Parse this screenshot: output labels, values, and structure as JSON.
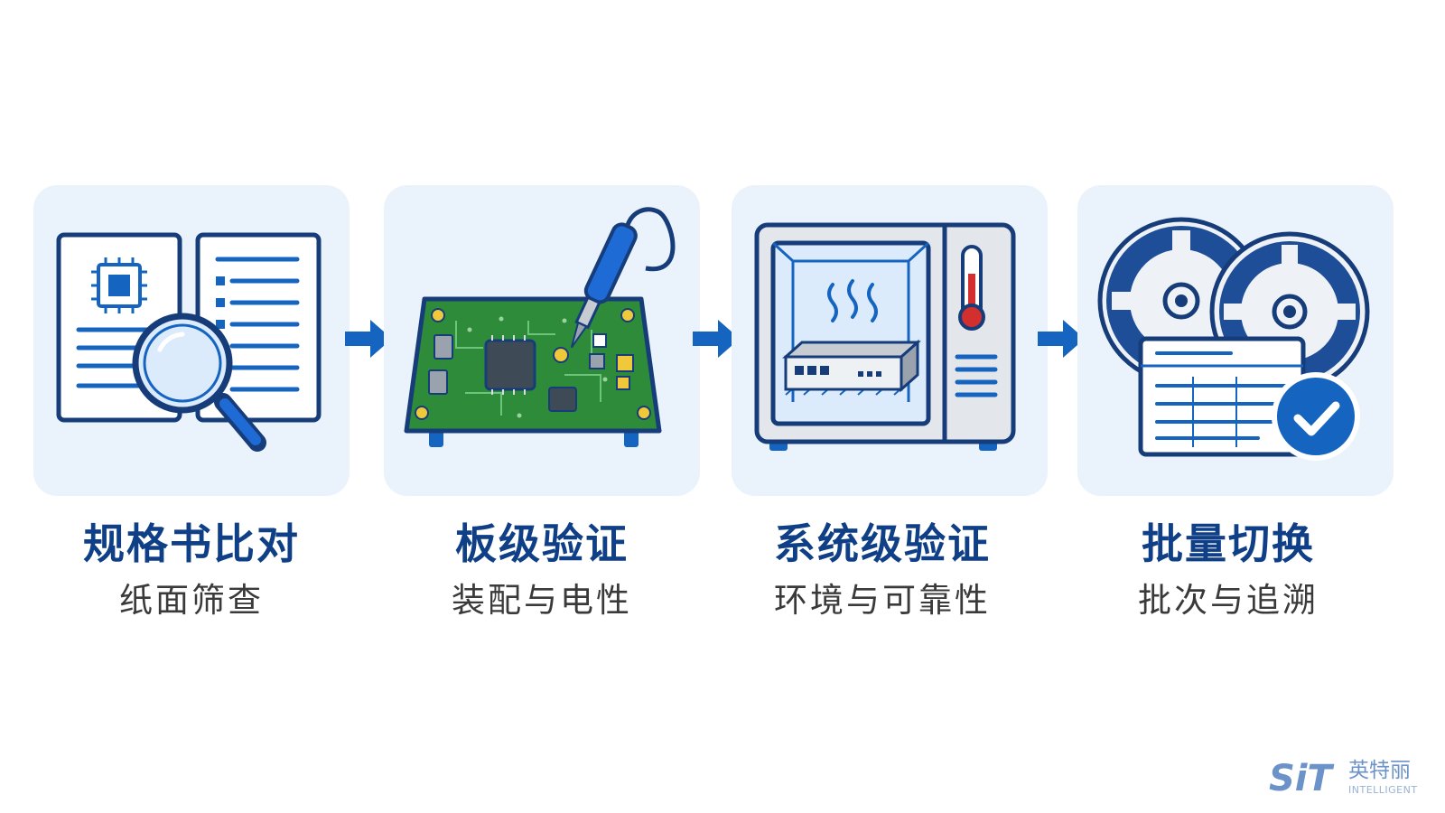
{
  "steps": [
    {
      "title": "规格书比对",
      "subtitle": "纸面筛查",
      "icon": "datasheet-magnifier-icon"
    },
    {
      "title": "板级验证",
      "subtitle": "装配与电性",
      "icon": "pcb-soldering-icon"
    },
    {
      "title": "系统级验证",
      "subtitle": "环境与可靠性",
      "icon": "environmental-chamber-icon"
    },
    {
      "title": "批量切换",
      "subtitle": "批次与追溯",
      "icon": "component-reels-checklist-icon"
    }
  ],
  "logo": {
    "mark": "SiT",
    "name_cn": "英特丽",
    "name_en": "INTELLIGENT"
  },
  "colors": {
    "primary": "#0f3f86",
    "accent": "#1565c0",
    "card": "#eaf2fb",
    "pcb": "#2e8b3a"
  }
}
